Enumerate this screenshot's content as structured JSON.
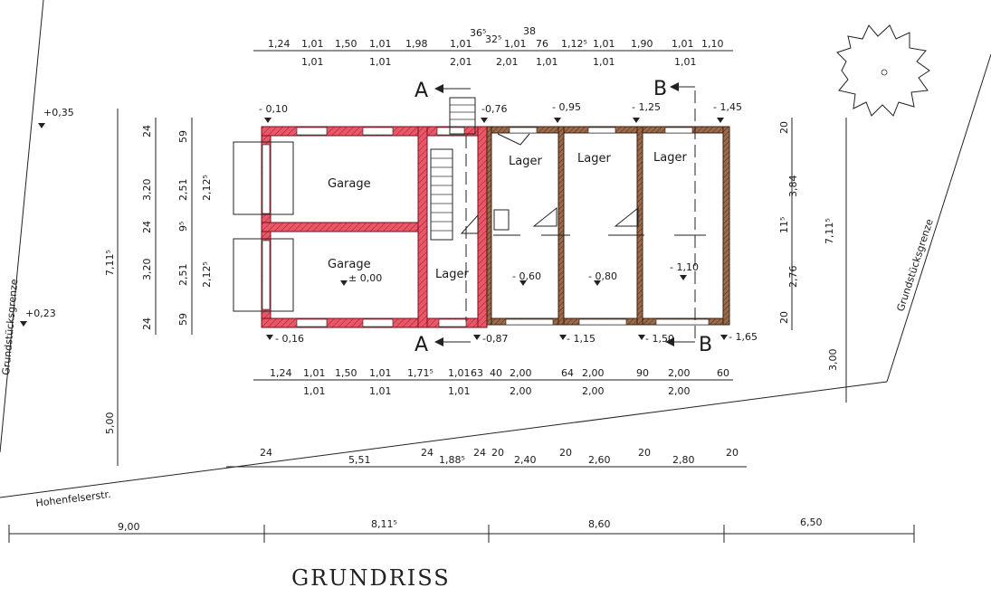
{
  "title": "GRUNDRISS",
  "colors": {
    "new_wall": "#e04a5a",
    "existing_wall": "#8a5a3c",
    "line": "#222222"
  },
  "street": "Hohenfelserstr.",
  "boundary": [
    "Grundstücksgrenze",
    "Grundstücksgrenze"
  ],
  "sections": {
    "a_top": "A",
    "a_bottom": "A",
    "b_top": "B",
    "b_bottom": "B"
  },
  "rooms": {
    "garage_top": "Garage",
    "garage_bottom": "Garage",
    "lager_stair": "Lager",
    "lager_1": "Lager",
    "lager_2": "Lager",
    "lager_3": "Lager"
  },
  "levels": {
    "l1": "+0,35",
    "l2": "+0,23",
    "l3": "- 0,10",
    "l4": "-0,76",
    "l5": "- 0,95",
    "l6": "- 1,25",
    "l7": "- 1,45",
    "l8": "± 0,00",
    "l9": "- 0,16",
    "l10": "-0,87",
    "l11": "- 1,15",
    "l12": "- 1,50",
    "l13": "- 1,65",
    "l14": "- 0,60",
    "l15": "- 0,80",
    "l16": "- 1,10"
  },
  "dims_top_upper": [
    "1,24",
    "1,01",
    "1,50",
    "1,01",
    "1,98",
    "1,01",
    "36⁵",
    "32⁵",
    "1,01",
    "38",
    "76",
    "1,12⁵",
    "1,01",
    "1,90",
    "1,01",
    "1,10"
  ],
  "dims_top_lower": [
    "1,01",
    "1,01",
    "2,01",
    "2,01",
    "1,01",
    "1,01",
    "1,01"
  ],
  "dims_bottom_upper": [
    "1,24",
    "1,01",
    "1,50",
    "1,01",
    "1,71⁵",
    "1,01",
    "63",
    "40",
    "2,00",
    "64",
    "2,00",
    "90",
    "2,00",
    "60"
  ],
  "dims_bottom_lower": [
    "1,01",
    "1,01",
    "1,01",
    "2,00",
    "2,00",
    "2,00"
  ],
  "dims_row3": [
    "24",
    "5,51",
    "24",
    "1,88⁵",
    "24",
    "20",
    "2,40",
    "20",
    "2,60",
    "20",
    "2,80",
    "20"
  ],
  "dims_row4": [
    "9,00",
    "8,11⁵",
    "8,60",
    "6,50"
  ],
  "dims_left_outer": [
    "7,11⁵",
    "5,00"
  ],
  "dims_left_mid": [
    "24",
    "3,20",
    "24",
    "3,20",
    "24"
  ],
  "dims_left_inner": [
    "59",
    "2,51",
    "9⁵",
    "2,51",
    "59"
  ],
  "dims_left_inner2": [
    "2,12⁵",
    "2,12⁵"
  ],
  "dims_right": [
    "20",
    "3,84",
    "11⁵",
    "2,76",
    "20"
  ],
  "dims_right_outer": [
    "7,11⁵",
    "3,00"
  ]
}
